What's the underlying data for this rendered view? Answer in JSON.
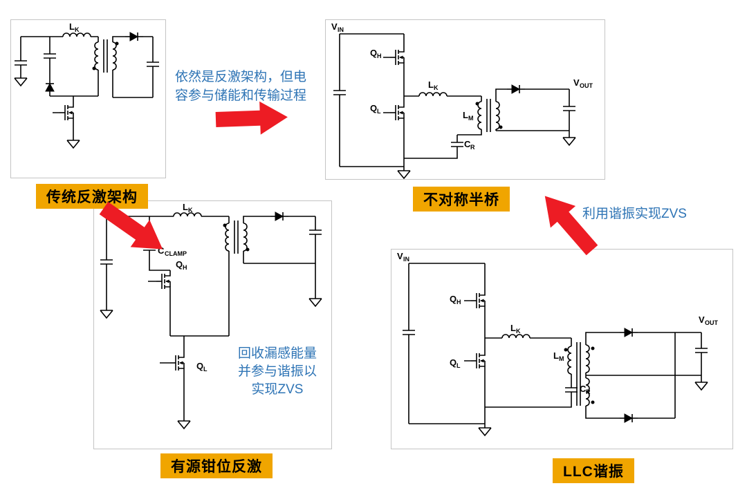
{
  "colors": {
    "label-bg": "#F0A500",
    "annotation-blue": "#2E74B5",
    "arrow-red": "#ED1C24",
    "box-border": "#C4C4C4",
    "circuit-stroke": "#000000"
  },
  "captions": {
    "traditional_flyback": "传统反激架构",
    "asymmetric_half_bridge": "不对称半桥",
    "active_clamp_flyback": "有源钳位反激",
    "llc_resonant": "LLC谐振"
  },
  "annotations": {
    "flyback_to_ahb_line1": "依然是反激架构，但电",
    "flyback_to_ahb_line2": "容参与储能和传输过程",
    "llc_to_ahb": "利用谐振实现ZVS",
    "acf_note_line1": "回收漏感能量",
    "acf_note_line2": "并参与谐振以",
    "acf_note_line3": "实现ZVS"
  },
  "component_labels": {
    "lk": {
      "main": "L",
      "sub": "K"
    },
    "lm": {
      "main": "L",
      "sub": "M"
    },
    "cr": {
      "main": "C",
      "sub": "R"
    },
    "cclamp": {
      "main": "C",
      "sub": "CLAMP"
    },
    "qh": {
      "main": "Q",
      "sub": "H"
    },
    "ql": {
      "main": "Q",
      "sub": "L"
    },
    "vin": {
      "main": "V",
      "sub": "IN"
    },
    "vout": {
      "main": "V",
      "sub": "OUT"
    }
  }
}
